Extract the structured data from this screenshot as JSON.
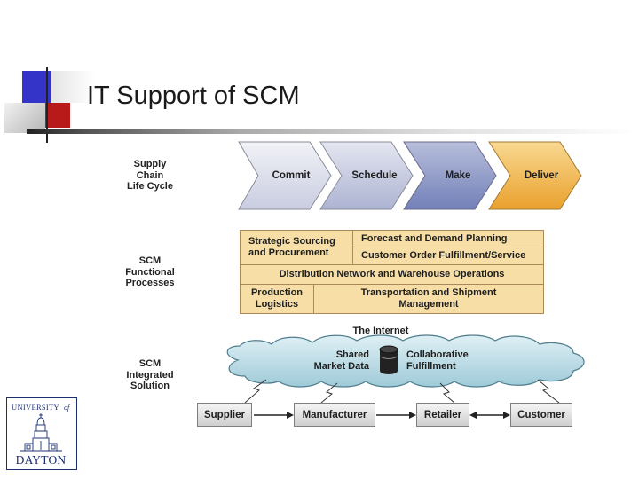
{
  "slide": {
    "title": "IT Support of SCM"
  },
  "diagram": {
    "row_labels": {
      "life_cycle": "Supply\nChain\nLife Cycle",
      "functional": "SCM\nFunctional\nProcesses",
      "integrated": "SCM\nIntegrated\nSolution"
    },
    "stages": [
      "Commit",
      "Schedule",
      "Make",
      "Deliver"
    ],
    "stage_colors": [
      "#cfd3e4",
      "#b8bdd8",
      "#8590c0",
      "#f2b346"
    ],
    "processes": {
      "strategic_sourcing": "Strategic Sourcing\nand Procurement",
      "forecast": "Forecast and Demand Planning",
      "order_fulfillment": "Customer Order Fulfillment/Service",
      "distribution": "Distribution Network and Warehouse Operations",
      "production": "Production\nLogistics",
      "transportation": "Transportation and Shipment\nManagement"
    },
    "internet_label": "The Internet",
    "cloud_left": "Shared\nMarket Data",
    "cloud_right": "Collaborative\nFulfillment",
    "chain_nodes": [
      "Supplier",
      "Manufacturer",
      "Retailer",
      "Customer"
    ]
  },
  "logo": {
    "top_text": "UNIVERSITY",
    "of_text": "of",
    "bottom_text": "DAYTON"
  },
  "colors": {
    "accent_blue": "#3030c8",
    "accent_red": "#b81a1a",
    "process_fill": "#f6dea6",
    "cloud_fill": "#bcdce6",
    "logo_navy": "#1c2f73"
  }
}
